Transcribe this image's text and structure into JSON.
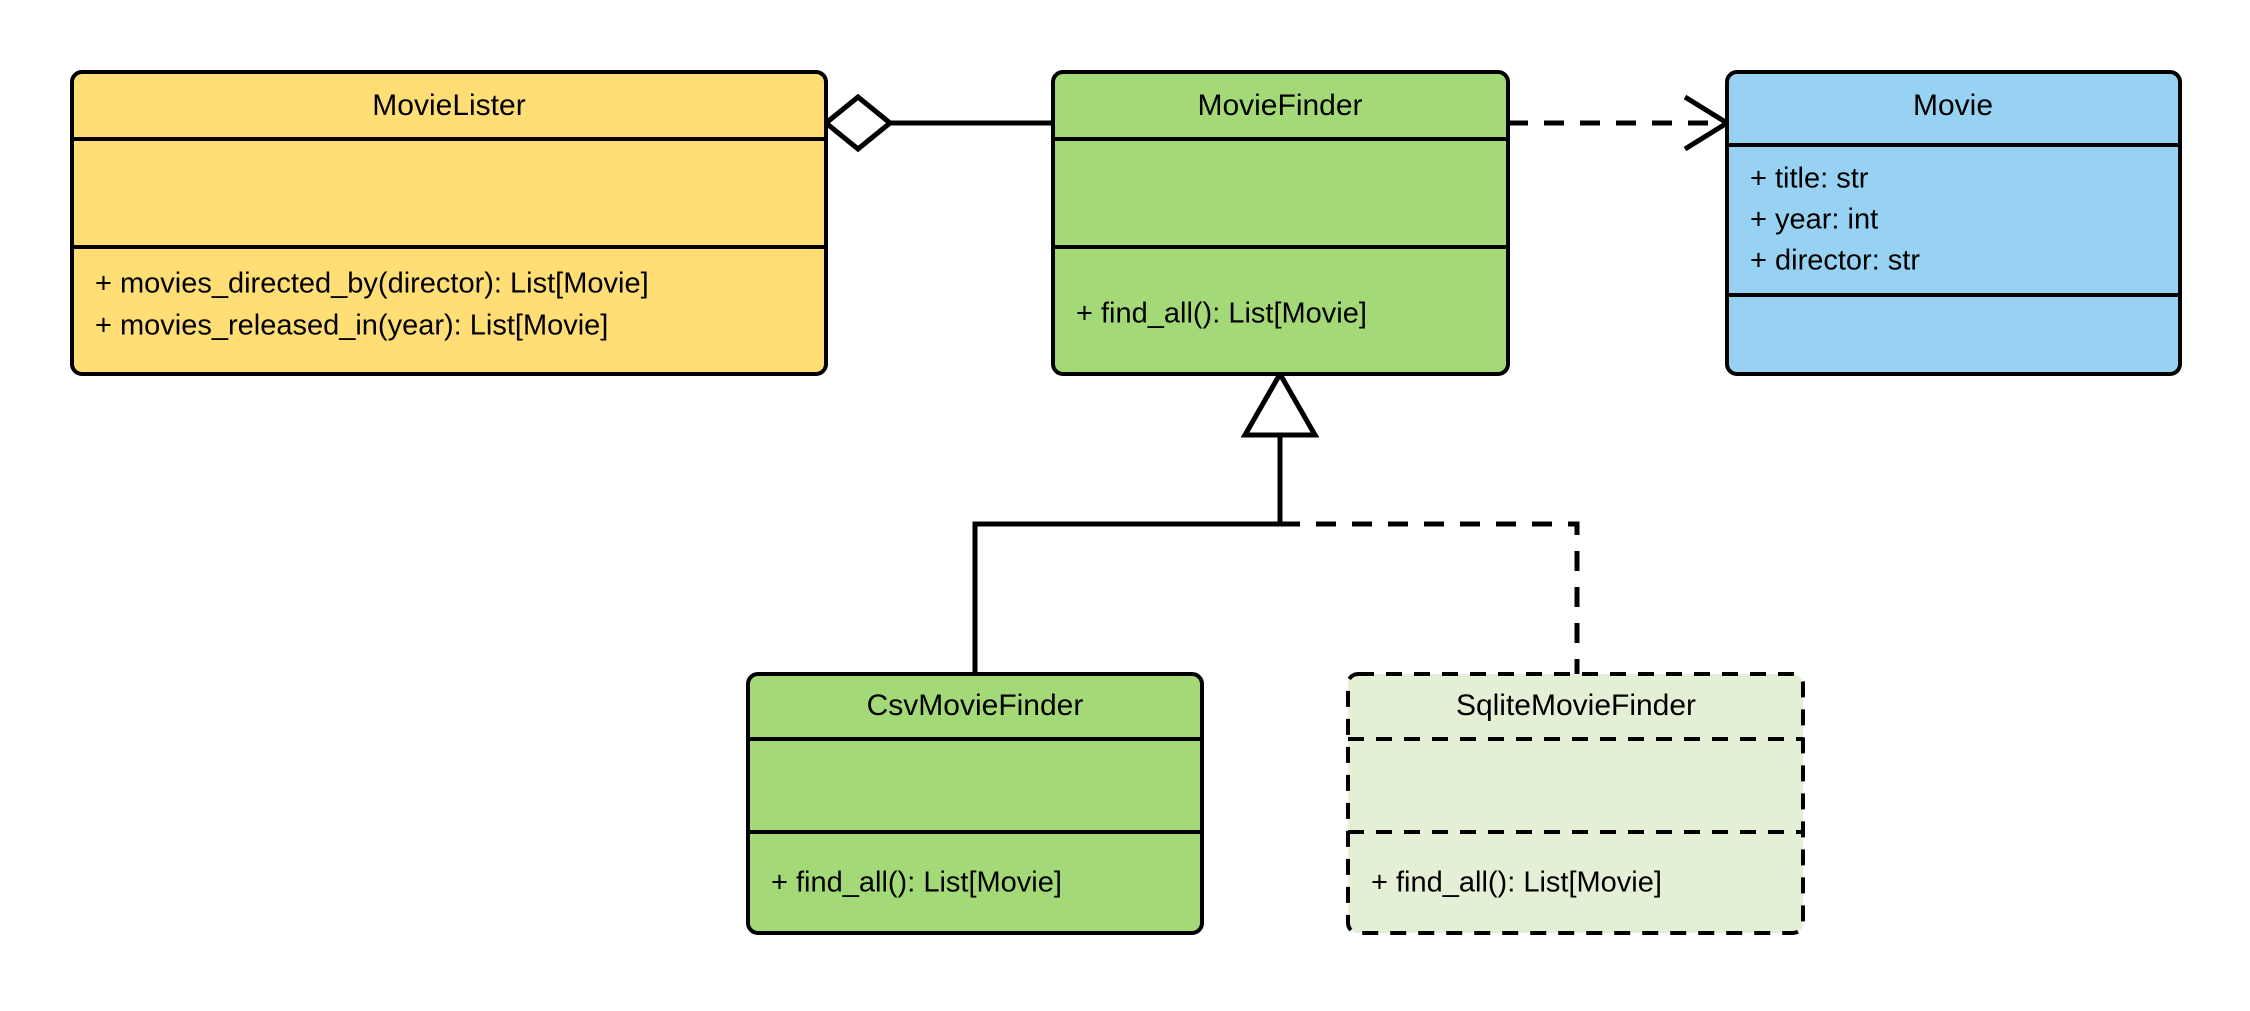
{
  "diagram": {
    "kind": "uml-class-diagram",
    "background_color": "#ffffff",
    "line_color": "#000000",
    "classes": [
      {
        "id": "movie-lister",
        "name": "MovieLister",
        "fill_color": "#FFDE75",
        "border_style": "solid",
        "attributes": [],
        "methods": [
          "+ movies_directed_by(director): List[Movie]",
          "+ movies_released_in(year): List[Movie]"
        ]
      },
      {
        "id": "movie-finder",
        "name": "MovieFinder",
        "fill_color": "#A3D977",
        "border_style": "solid",
        "attributes": [],
        "methods": [
          "+ find_all(): List[Movie]"
        ]
      },
      {
        "id": "movie",
        "name": "Movie",
        "fill_color": "#97D2F3",
        "border_style": "solid",
        "attributes": [
          "+ title: str",
          "+ year: int",
          "+ director: str"
        ],
        "methods": []
      },
      {
        "id": "csv-movie-finder",
        "name": "CsvMovieFinder",
        "fill_color": "#A3D977",
        "border_style": "solid",
        "attributes": [],
        "methods": [
          "+ find_all(): List[Movie]"
        ]
      },
      {
        "id": "sqlite-movie-finder",
        "name": "SqliteMovieFinder",
        "fill_color": "#E3F0D5",
        "border_style": "dashed",
        "attributes": [],
        "methods": [
          "+ find_all(): List[Movie]"
        ]
      }
    ],
    "relationships": [
      {
        "id": "aggregation-lister-finder",
        "type": "aggregation",
        "from": "MovieLister",
        "to": "MovieFinder",
        "line_style": "solid",
        "end_marker": "hollow-diamond",
        "label": ""
      },
      {
        "id": "dependency-finder-movie",
        "type": "dependency",
        "from": "MovieFinder",
        "to": "Movie",
        "line_style": "dashed",
        "end_marker": "open-arrow",
        "label": ""
      },
      {
        "id": "generalization-csv-finder",
        "type": "generalization",
        "from": "CsvMovieFinder",
        "to": "MovieFinder",
        "line_style": "solid",
        "end_marker": "hollow-triangle",
        "label": ""
      },
      {
        "id": "generalization-sqlite-finder",
        "type": "generalization",
        "from": "SqliteMovieFinder",
        "to": "MovieFinder",
        "line_style": "dashed",
        "end_marker": "hollow-triangle",
        "label": ""
      }
    ]
  }
}
